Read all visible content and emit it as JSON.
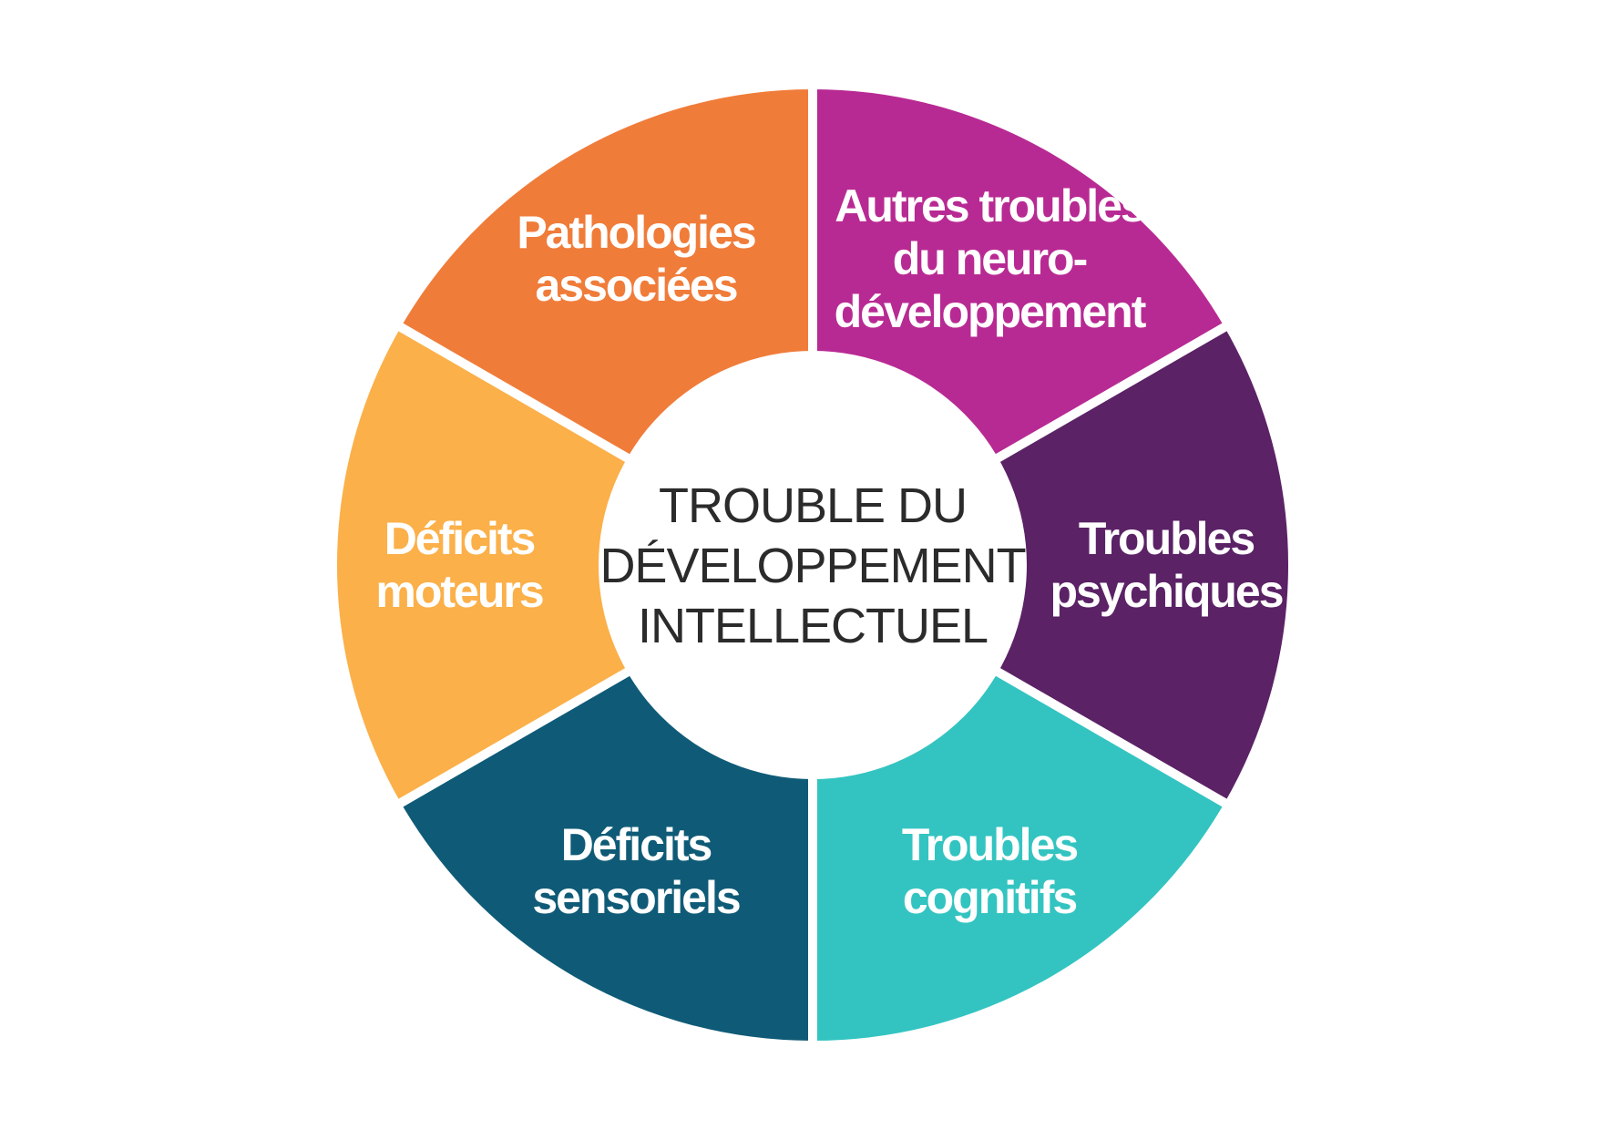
{
  "center": {
    "lines": [
      "TROUBLE DU",
      "DÉVELOPPEMENT",
      "INTELLECTUEL"
    ],
    "color": "#ffffff",
    "text_color": "#2b2b2b"
  },
  "segments": [
    {
      "id": "autres-troubles",
      "lines": [
        "Autres troubles",
        "du neuro-",
        "développement"
      ],
      "color": "#b82a93"
    },
    {
      "id": "troubles-psychiques",
      "lines": [
        "Troubles",
        "psychiques"
      ],
      "color": "#5b2266"
    },
    {
      "id": "troubles-cognitifs",
      "lines": [
        "Troubles",
        "cognitifs"
      ],
      "color": "#33c4c1"
    },
    {
      "id": "deficits-sensoriels",
      "lines": [
        "Déficits",
        "sensoriels"
      ],
      "color": "#0f5b77"
    },
    {
      "id": "deficits-moteurs",
      "lines": [
        "Déficits",
        "moteurs"
      ],
      "color": "#fbb049"
    },
    {
      "id": "pathologies-associees",
      "lines": [
        "Pathologies",
        "associées"
      ],
      "color": "#f07c3a"
    }
  ]
}
